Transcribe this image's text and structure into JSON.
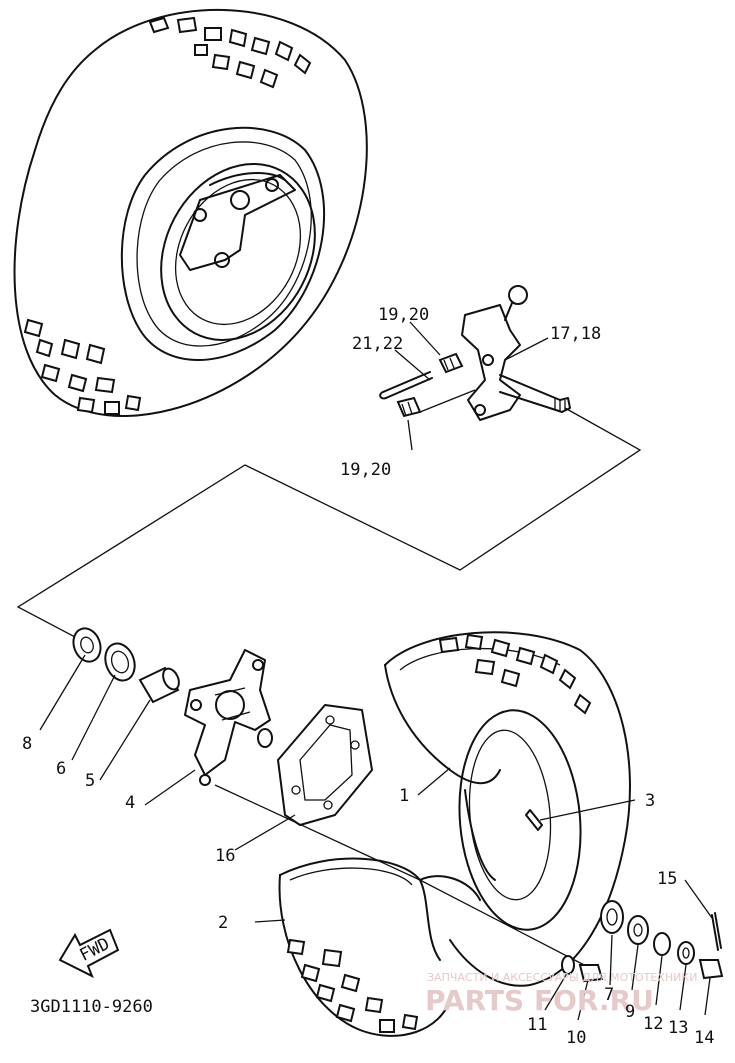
{
  "diagram": {
    "code": "3GD1110-9260",
    "fwd_label": "FWD",
    "watermark": {
      "line1": "ЗАПЧАСТИ И АКСЕССУАРЫ ДЛЯ МОТОТЕХНИКИ",
      "line2": "PARTS FOR.RU"
    },
    "callouts": [
      {
        "id": "c1",
        "label": "1"
      },
      {
        "id": "c2",
        "label": "2"
      },
      {
        "id": "c3",
        "label": "3"
      },
      {
        "id": "c4",
        "label": "4"
      },
      {
        "id": "c5",
        "label": "5"
      },
      {
        "id": "c6",
        "label": "6"
      },
      {
        "id": "c7",
        "label": "7"
      },
      {
        "id": "c8",
        "label": "8"
      },
      {
        "id": "c9",
        "label": "9"
      },
      {
        "id": "c10",
        "label": "10"
      },
      {
        "id": "c11",
        "label": "11"
      },
      {
        "id": "c12",
        "label": "12"
      },
      {
        "id": "c13",
        "label": "13"
      },
      {
        "id": "c14",
        "label": "14"
      },
      {
        "id": "c15",
        "label": "15"
      },
      {
        "id": "c16",
        "label": "16"
      },
      {
        "id": "c17_18",
        "label": "17,18"
      },
      {
        "id": "c19_20_top",
        "label": "19,20"
      },
      {
        "id": "c19_20_bottom",
        "label": "19,20"
      },
      {
        "id": "c21_22",
        "label": "21,22"
      }
    ]
  }
}
